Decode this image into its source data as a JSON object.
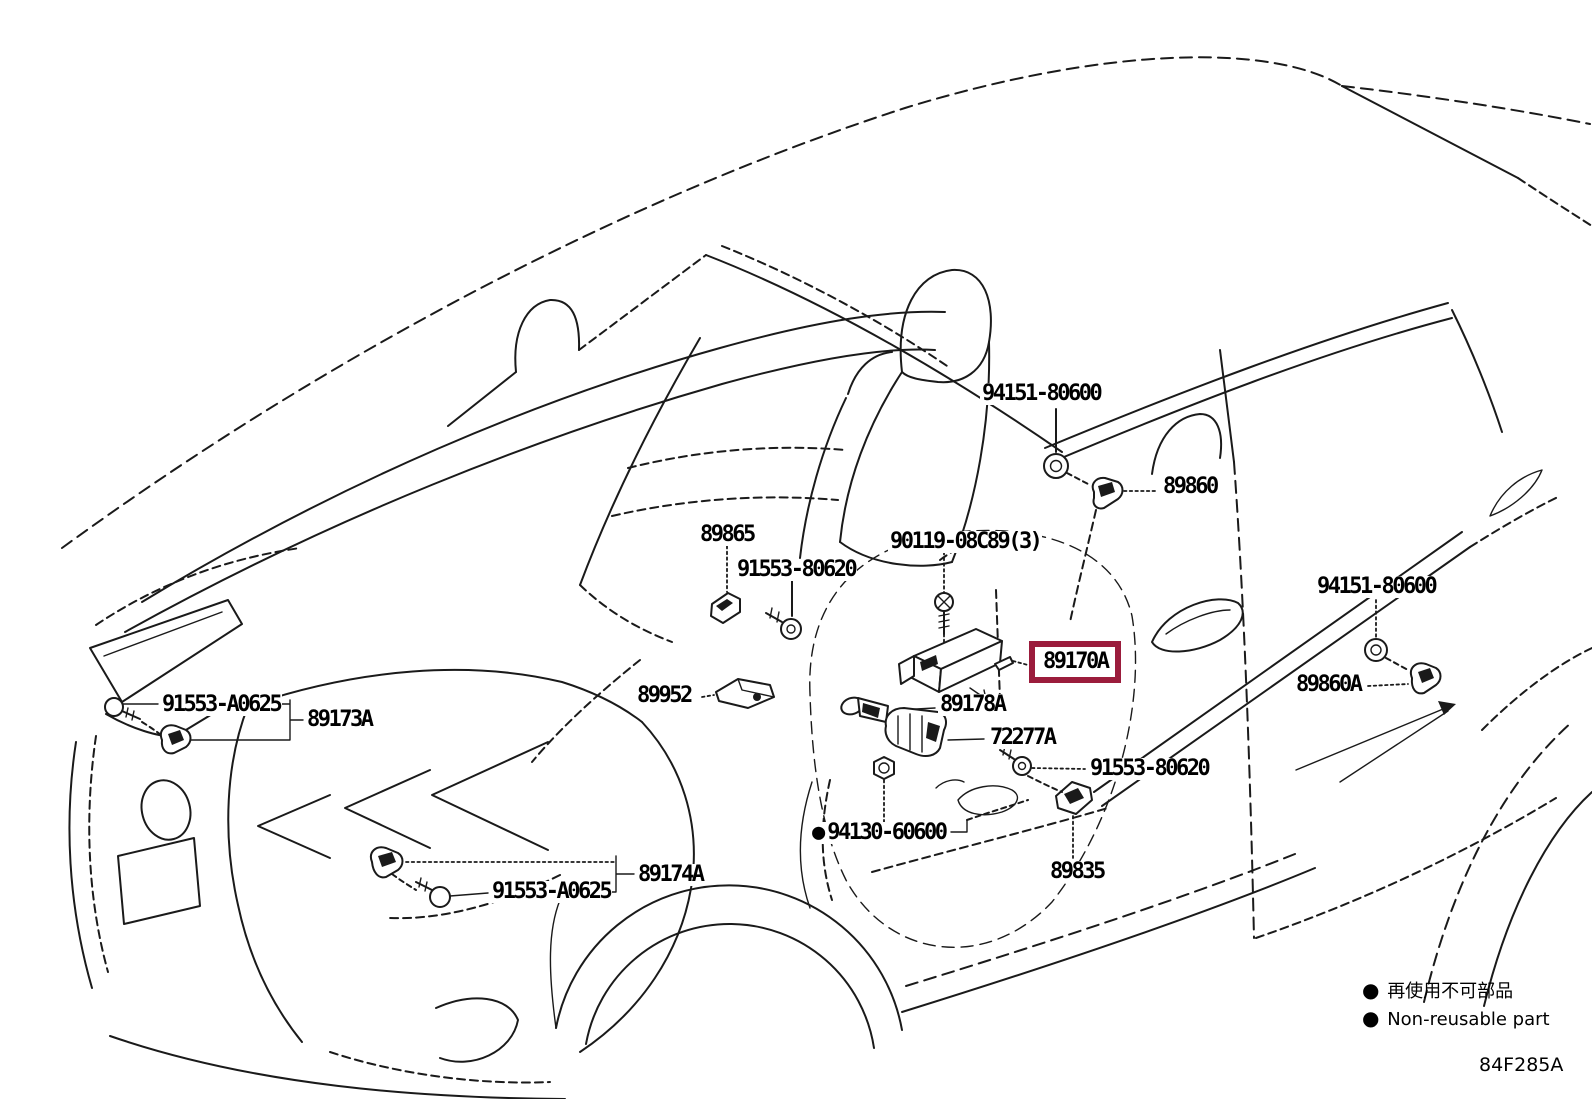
{
  "diagram": {
    "figure_code": "84F285A",
    "highlight_color": "#9b1c3c",
    "line_color": "#1a1a1a",
    "legend": {
      "bullet": "●",
      "jp": "再使用不可部品",
      "en": "Non-reusable part"
    },
    "callouts": [
      {
        "id": "94151-80600-roof",
        "label": "94151-80600"
      },
      {
        "id": "89860",
        "label": "89860"
      },
      {
        "id": "89865",
        "label": "89865"
      },
      {
        "id": "91553-80620-cowl",
        "label": "91553-80620"
      },
      {
        "id": "90119-08C89",
        "label": "90119-08C89(3)"
      },
      {
        "id": "89170A",
        "label": "89170A",
        "highlighted": true
      },
      {
        "id": "89178A",
        "label": "89178A"
      },
      {
        "id": "72277A",
        "label": "72277A"
      },
      {
        "id": "91553-80620-floor",
        "label": "91553-80620"
      },
      {
        "id": "91553-A0625-front",
        "label": "91553-A0625"
      },
      {
        "id": "89173A",
        "label": "89173A"
      },
      {
        "id": "89952",
        "label": "89952"
      },
      {
        "id": "94130-60600",
        "label": "94130-60600",
        "non_reusable": true,
        "bullet": "●"
      },
      {
        "id": "89835",
        "label": "89835"
      },
      {
        "id": "91553-A0625-lower",
        "label": "91553-A0625"
      },
      {
        "id": "89174A",
        "label": "89174A"
      },
      {
        "id": "94151-80600-door",
        "label": "94151-80600"
      },
      {
        "id": "89860A",
        "label": "89860A"
      }
    ]
  }
}
